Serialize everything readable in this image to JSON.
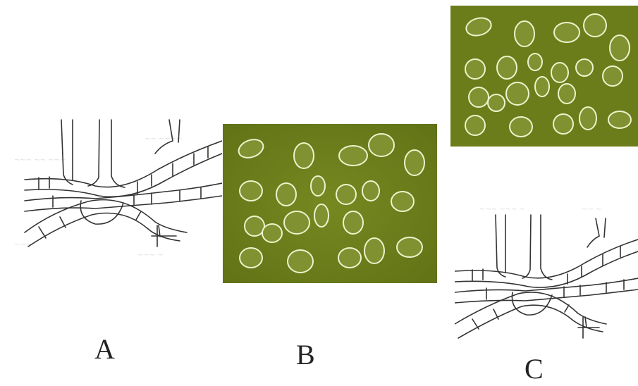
{
  "labels": {
    "a": "A",
    "b": "B",
    "c": "C"
  },
  "colors": {
    "micrograph": "#6b7d1a",
    "micrograph_dark": "#5a6b12",
    "cell": "#e9eec4",
    "line": "#333333",
    "ghost": "#d8d8d8"
  }
}
